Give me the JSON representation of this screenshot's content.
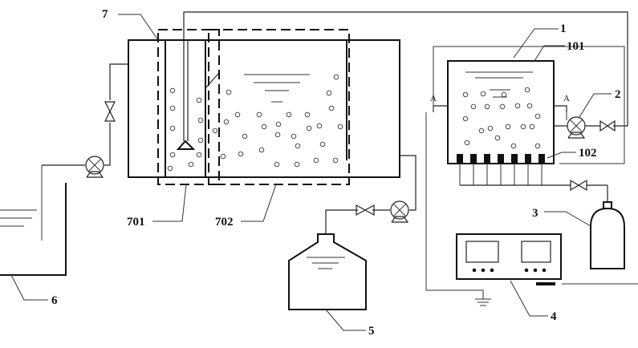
{
  "labels": {
    "n1": "1",
    "n101": "101",
    "n2": "2",
    "n102": "102",
    "n3": "3",
    "n4": "4",
    "n5": "5",
    "n6": "6",
    "n7": "7",
    "n701": "701",
    "n702": "702",
    "a_left": "A",
    "a_right": "A"
  }
}
